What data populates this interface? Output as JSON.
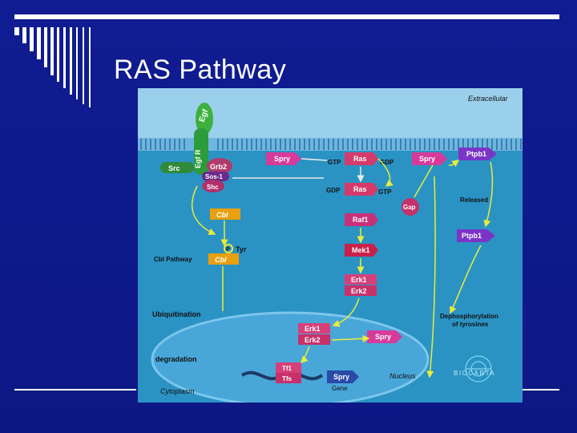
{
  "slide": {
    "title": "RAS Pathway",
    "colors": {
      "background": "#0f1a8c",
      "cell": "#2a8fc0",
      "membrane": "#7fc3e6",
      "nucleus": "#4aa7d8"
    }
  },
  "diagram": {
    "regions": {
      "extracellular": "Extracellular",
      "cytoplasm": "Cytoplasm",
      "nucleus": "Nucleus",
      "released": "Released",
      "cbl_pathway": "Cbl Pathway",
      "ubiquitination": "Ubiquitination",
      "degradation": "degradation",
      "dephosphorylation": "Dephosphorylation\nof tyrosines",
      "gene": "Gene"
    },
    "proteins": {
      "egf": "Egf",
      "egfr": "Egf R",
      "grb2": "Grb2",
      "sos1": "Sos-1",
      "shc": "Shc",
      "src": "Src",
      "spry_left": "Spry",
      "spry_right": "Spry",
      "spry_nucleus": "Spry",
      "spry_gene": "Spry",
      "gtp_1": "GTP",
      "ras_top": "Ras",
      "gdp_1": "GDP",
      "gdp_2": "GDP",
      "ras_bottom": "Ras",
      "gtp_2": "GTP",
      "gap": "Gap",
      "ptpb1_top": "Ptpb1",
      "ptpb1_mid": "Ptpb1",
      "cbl_top": "Cbl",
      "cbl_bottom": "Cbl",
      "tyr": "Tyr",
      "p_marker": "P",
      "raf1": "Raf1",
      "mek1": "Mek1",
      "erk1": "Erk1",
      "erk2": "Erk2",
      "erk1_nuc": "Erk1",
      "erk2_nuc": "Erk2",
      "tf1": "Tf1",
      "tfs": "Tfs"
    },
    "logo": "BIOCARTA"
  }
}
